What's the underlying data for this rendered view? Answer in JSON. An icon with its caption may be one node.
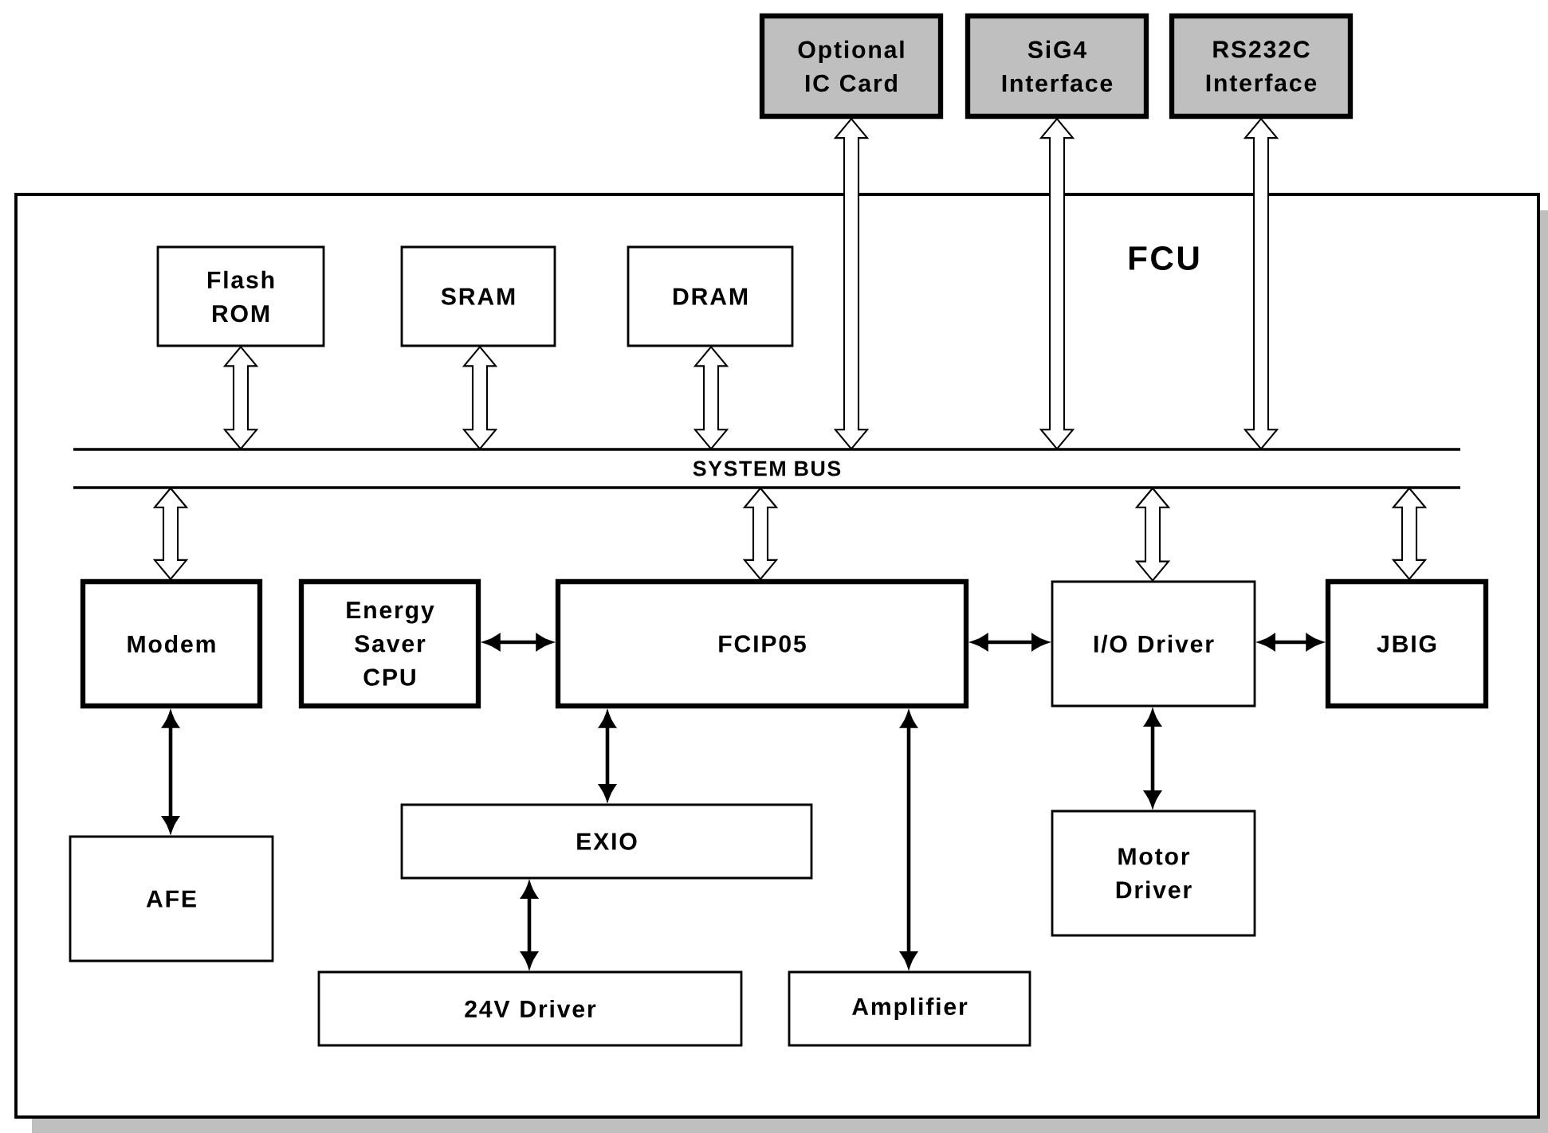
{
  "diagram": {
    "nodes": [
      {
        "text": [
          "FCU"
        ]
      },
      {
        "text": [
          "Optional IC Card"
        ]
      },
      {
        "text": [
          "SiG4 Interface"
        ]
      },
      {
        "text": [
          "RS232C Interface"
        ]
      },
      {
        "text": [
          "Flash ROM"
        ],
        "in": 0
      },
      {
        "text": [
          "SRAM"
        ],
        "in": 0
      },
      {
        "text": [
          "DRAM"
        ],
        "in": 0
      },
      {
        "text": [
          "SYSTEM BUS"
        ],
        "in": 0
      },
      {
        "text": [
          "Modem"
        ],
        "in": 0
      },
      {
        "text": [
          "Energy Saver CPU"
        ],
        "in": 0
      },
      {
        "text": [
          "FCIP05"
        ],
        "in": 0
      },
      {
        "text": [
          "I/O Driver"
        ],
        "in": 0
      },
      {
        "text": [
          "JBIG"
        ],
        "in": 0
      },
      {
        "text": [
          "AFE"
        ],
        "in": 0
      },
      {
        "text": [
          "EXIO"
        ],
        "in": 0
      },
      {
        "text": [
          "Motor Driver"
        ],
        "in": 0
      },
      {
        "text": [
          "24V Driver"
        ],
        "in": 0
      },
      {
        "text": [
          "Amplifier"
        ],
        "in": 0
      }
    ],
    "edges": [
      {
        "from": 1,
        "to": 7,
        "arrow": "both",
        "style": "thick"
      },
      {
        "from": 2,
        "to": 7,
        "arrow": "both",
        "style": "thick"
      },
      {
        "from": 3,
        "to": 7,
        "arrow": "both",
        "style": "thick"
      },
      {
        "from": 4,
        "to": 7,
        "arrow": "both",
        "style": "thick"
      },
      {
        "from": 5,
        "to": 7,
        "arrow": "both",
        "style": "thick"
      },
      {
        "from": 6,
        "to": 7,
        "arrow": "both",
        "style": "thick"
      },
      {
        "from": 7,
        "to": 8,
        "arrow": "both",
        "style": "thick"
      },
      {
        "from": 7,
        "to": 10,
        "arrow": "both",
        "style": "thick"
      },
      {
        "from": 7,
        "to": 11,
        "arrow": "both",
        "style": "thick"
      },
      {
        "from": 7,
        "to": 12,
        "arrow": "both",
        "style": "thick"
      },
      {
        "from": 9,
        "to": 10,
        "arrow": "both"
      },
      {
        "from": 10,
        "to": 11,
        "arrow": "both"
      },
      {
        "from": 11,
        "to": 12,
        "arrow": "both"
      },
      {
        "from": 8,
        "to": 13,
        "arrow": "both"
      },
      {
        "from": 10,
        "to": 14,
        "arrow": "both"
      },
      {
        "from": 14,
        "to": 16,
        "arrow": "both"
      },
      {
        "from": 10,
        "to": 17,
        "arrow": "both"
      },
      {
        "from": 11,
        "to": 15,
        "arrow": "both"
      }
    ]
  }
}
